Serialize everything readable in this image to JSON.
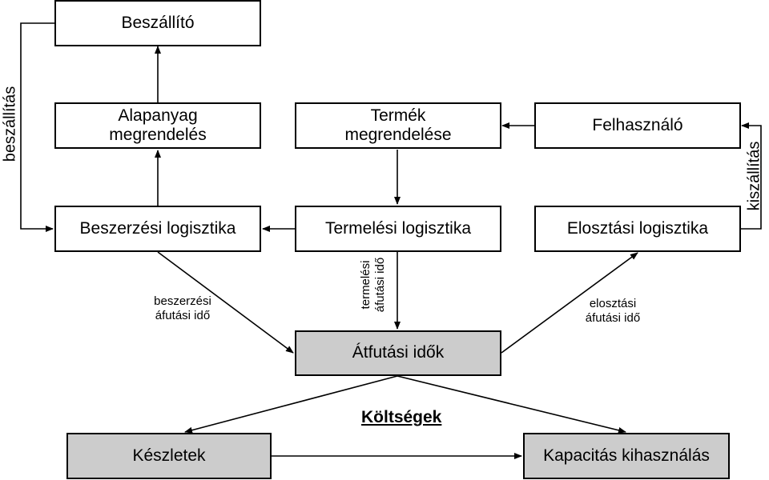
{
  "boxes": {
    "supplier": "Beszállító",
    "raw_order": "Alapanyag\nmegrendelés",
    "product_order": "Termék\nmegrendelése",
    "user": "Felhasználó",
    "procurement": "Beszerzési logisztika",
    "production": "Termelési logisztika",
    "distribution": "Elosztási logisztika",
    "lead_times": "Átfutási idők",
    "inventory": "Készletek",
    "capacity": "Kapacitás kihasználás"
  },
  "labels": {
    "supply": "beszállítás",
    "delivery": "kiszállítás",
    "procurement_lead": "beszerzési\náfutási idő",
    "production_lead": "termelési\náfutási idő",
    "distribution_lead": "elosztási\náfutási idő",
    "costs": "Költségek"
  }
}
